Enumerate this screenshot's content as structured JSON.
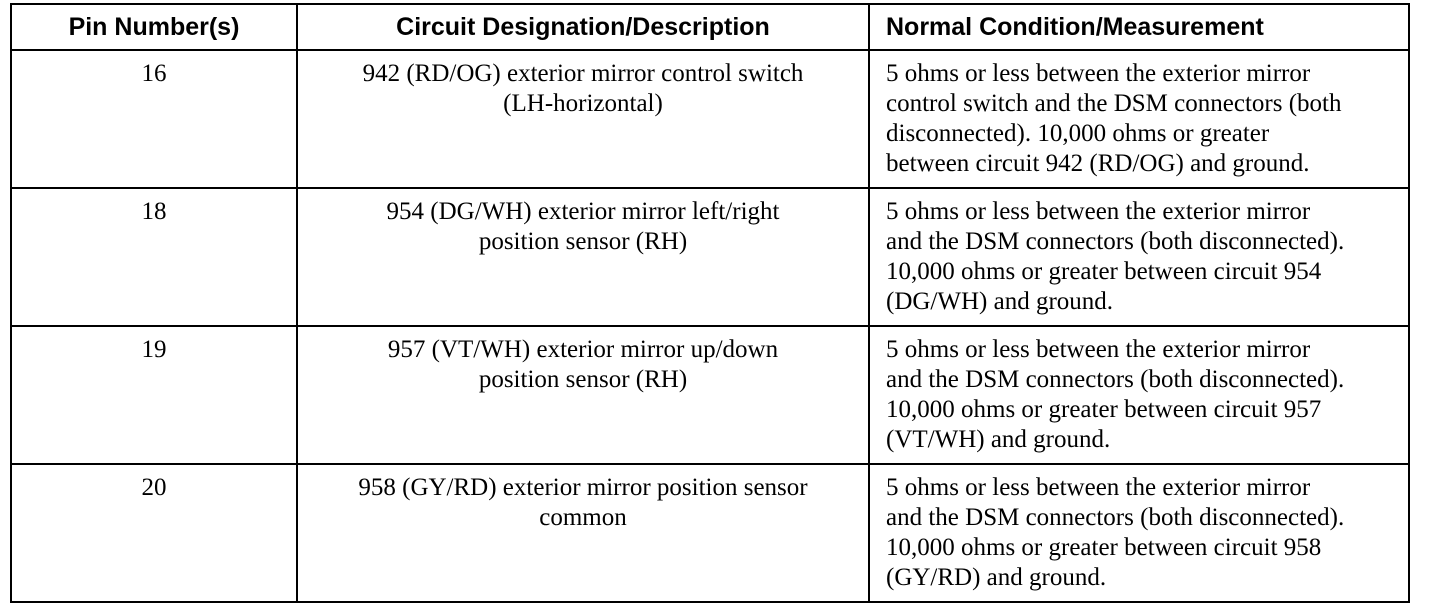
{
  "table": {
    "headers": {
      "pin": "Pin Number(s)",
      "circuit": "Circuit Designation/Description",
      "condition": "Normal Condition/Measurement"
    },
    "rows": [
      {
        "pin": "16",
        "circuit_line1": "942 (RD/OG) exterior mirror control switch",
        "circuit_line2": "(LH-horizontal)",
        "condition_line1": "5 ohms or less between the exterior mirror",
        "condition_line2": "control switch and the DSM connectors (both",
        "condition_line3": "disconnected). 10,000 ohms or greater",
        "condition_line4": "between circuit 942 (RD/OG) and ground."
      },
      {
        "pin": "18",
        "circuit_line1": "954 (DG/WH) exterior mirror left/right",
        "circuit_line2": "position sensor (RH)",
        "condition_line1": "5 ohms or less between the exterior mirror",
        "condition_line2": "and the DSM connectors (both disconnected).",
        "condition_line3": "10,000 ohms or greater between circuit 954",
        "condition_line4": "(DG/WH) and ground."
      },
      {
        "pin": "19",
        "circuit_line1": "957 (VT/WH) exterior mirror up/down",
        "circuit_line2": "position sensor (RH)",
        "condition_line1": "5 ohms or less between the exterior mirror",
        "condition_line2": "and the DSM connectors (both disconnected).",
        "condition_line3": "10,000 ohms or greater between circuit 957",
        "condition_line4": "(VT/WH) and ground."
      },
      {
        "pin": "20",
        "circuit_line1": "958 (GY/RD) exterior mirror position sensor",
        "circuit_line2": "common",
        "condition_line1": "5 ohms or less between the exterior mirror",
        "condition_line2": "and the DSM connectors (both disconnected).",
        "condition_line3": "10,000 ohms or greater between circuit 958",
        "condition_line4": "(GY/RD) and ground."
      }
    ]
  }
}
